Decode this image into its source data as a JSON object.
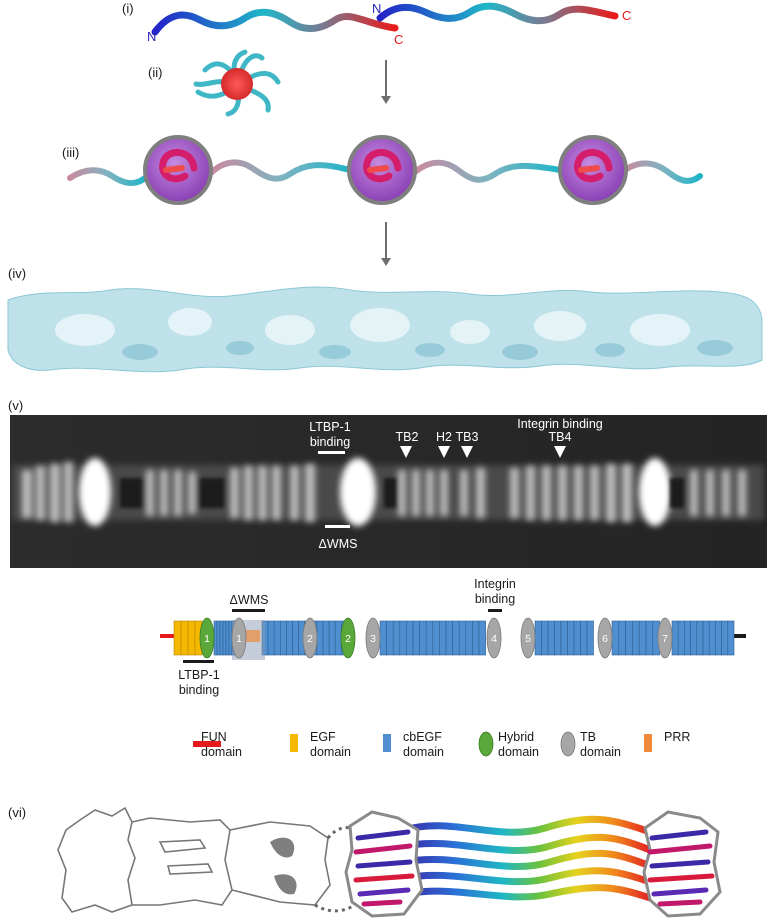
{
  "panels": {
    "i": "(i)",
    "ii": "(ii)",
    "iii": "(iii)",
    "iv": "(iv)",
    "v": "(v)",
    "vi": "(vi)"
  },
  "termini": {
    "n": "N",
    "c": "C"
  },
  "em_labels": {
    "ltbp_line1": "LTBP-1",
    "ltbp_line2": "binding",
    "wms": "ΔWMS",
    "tb2": "TB2",
    "h2": "H2",
    "tb3": "TB3",
    "integrin_line1": "Integrin binding",
    "integrin_line2": "TB4"
  },
  "domain_map": {
    "wms": "ΔWMS",
    "integrin_line1": "Integrin",
    "integrin_line2": "binding",
    "ltbp_line1": "LTBP-1",
    "ltbp_line2": "binding",
    "hybrid_numbers": [
      "1",
      "2"
    ],
    "tb_numbers": [
      "1",
      "2",
      "3",
      "4",
      "5",
      "6",
      "7"
    ]
  },
  "legend": [
    {
      "key": "fun",
      "line1": "FUN",
      "line2": "domain",
      "color": "#e41a1c"
    },
    {
      "key": "egf",
      "line1": "EGF",
      "line2": "domain",
      "color": "#f5b800"
    },
    {
      "key": "cbegf",
      "line1": "cbEGF",
      "line2": "domain",
      "color": "#4f8fcf"
    },
    {
      "key": "hybrid",
      "line1": "Hybrid",
      "line2": "domain",
      "color": "#5aa83a"
    },
    {
      "key": "tb",
      "line1": "TB",
      "line2": "domain",
      "color": "#a6a6a6"
    },
    {
      "key": "prr",
      "line1": "PRR",
      "line2": "",
      "color": "#ef8a3c"
    }
  ],
  "colors": {
    "arrow": "#6e6e6e",
    "microfibril": "#bfe2ea",
    "bead_shell": "#7f7f7f",
    "bead_fill": "#a968c9",
    "em_background": "#1f1f1f"
  }
}
